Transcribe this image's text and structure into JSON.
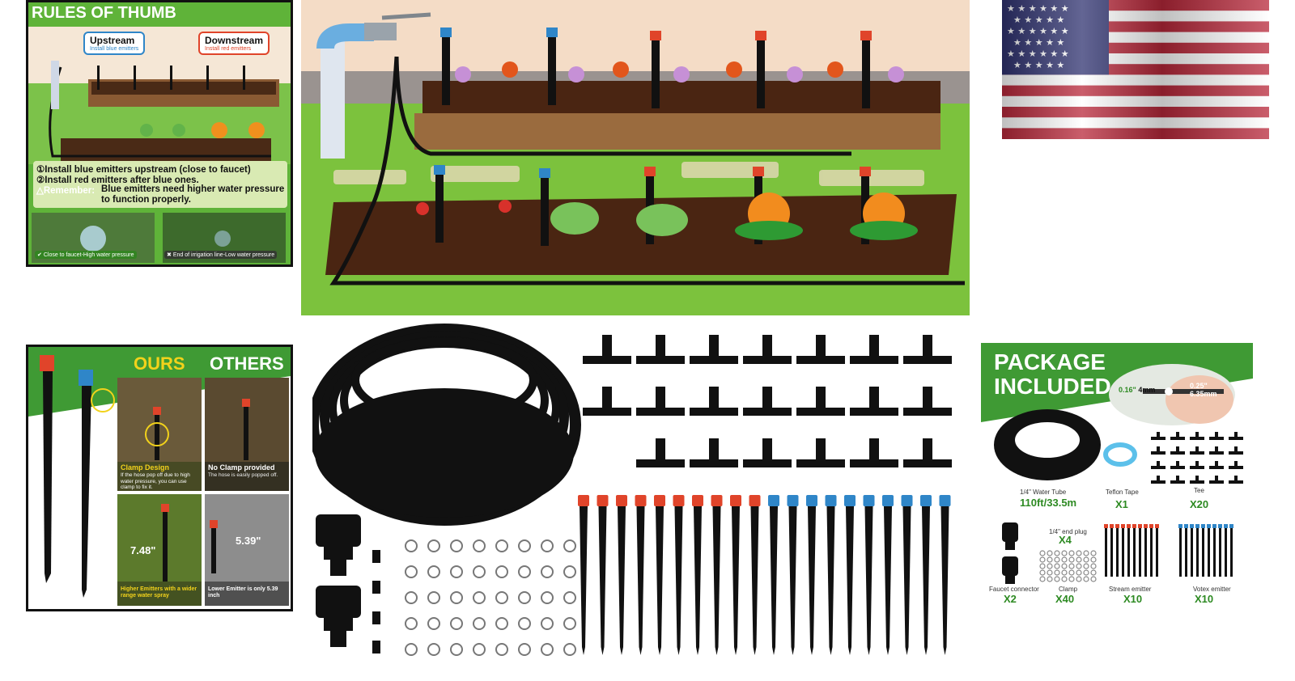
{
  "thumb": {
    "title": "RULES OF THUMB",
    "upstream": "Upstream",
    "upstream_sub": "Install blue emitters",
    "downstream": "Downstream",
    "downstream_sub": "Install red emitters",
    "rule1": "①Install blue emitters upstream (close to faucet)",
    "rule2": "②Install red emitters after blue ones.",
    "remember_label": "△Remember:",
    "remember_text": "Blue emitters need higher water pressure",
    "remember_text2": "to function properly.",
    "photo1_caption": "Close to faucet-High water pressure",
    "photo2_caption": "End of irrigation line-Low water pressure"
  },
  "compare": {
    "ours": "OURS",
    "others": "OTHERS",
    "clamp_title": "Clamp Design",
    "clamp_text": "If the hose pop off due to high water pressure, you can use clamp to fix it.",
    "noclamp_title": "No Clamp provided",
    "noclamp_text": "The hose is easily popped off.",
    "higher_height": "7.48\"",
    "lower_height": "5.39\"",
    "higher_text": "Higher Emitters with a wider range water spray",
    "lower_text": "Lower Emitter is only 5.39 inch"
  },
  "package": {
    "title1": "PACKAGE",
    "title2": "INCLUDED",
    "dim_outer_in": "0.16\"",
    "dim_outer_mm": "4mm",
    "dim_inner_in": "0.25\"",
    "dim_inner_mm": "6.35mm",
    "items": [
      {
        "name": "1/4\" Water Tube",
        "count": "110ft/33.5m"
      },
      {
        "name": "Teflon Tape",
        "count": "X1"
      },
      {
        "name": "Tee",
        "count": "X20"
      },
      {
        "name": "1/4\" end plug",
        "count": "X4"
      },
      {
        "name": "Faucet connector",
        "count": "X2"
      },
      {
        "name": "Clamp",
        "count": "X40"
      },
      {
        "name": "Stream emitter",
        "count": "X10"
      },
      {
        "name": "Votex emitter",
        "count": "X10"
      }
    ]
  },
  "colors": {
    "brand_green": "#3f9a34",
    "emitter_red": "#e0442a",
    "emitter_blue": "#2f86c8",
    "ours_yellow": "#f2d21b"
  },
  "icons": {
    "check": "check-icon",
    "cross": "cross-icon"
  }
}
